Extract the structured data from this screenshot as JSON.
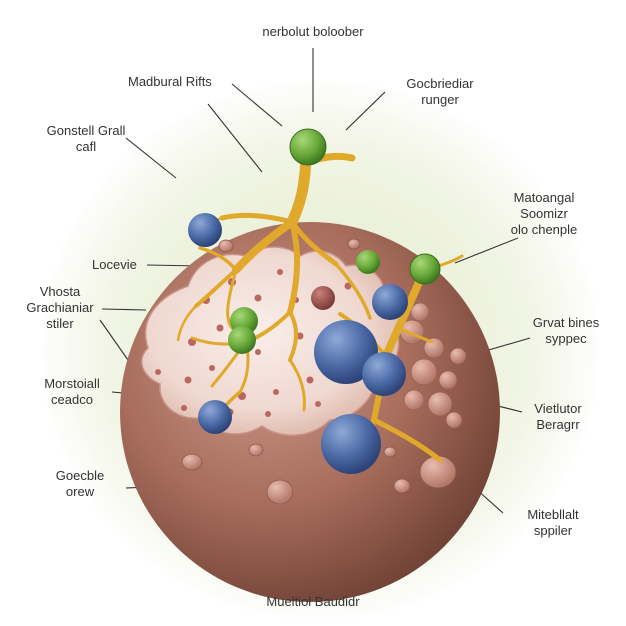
{
  "labels": {
    "top": "nerbolut boloober",
    "top_left": "Madbural Rifts",
    "top_right": [
      "Gocbriediar",
      "runger"
    ],
    "left_1": [
      "Gonstell Grall",
      "cafl"
    ],
    "right_1": [
      "Matoangal",
      "Soomizr",
      "olo chenple"
    ],
    "left_2": "Locevie",
    "left_3": [
      "Vhosta",
      "Grachianiar",
      "stiler"
    ],
    "right_2": [
      "Grvat bines",
      "syppec"
    ],
    "left_4": [
      "Morstoiall",
      "ceadco"
    ],
    "right_3": [
      "Vietlutor",
      "Beragrr"
    ],
    "left_5": [
      "Goecble",
      "orew"
    ],
    "right_4": [
      "Mitebllalt",
      "sppiler"
    ],
    "bottom": "Mueltiol Baudidr"
  },
  "colors": {
    "sphere": "#a86d5c",
    "inner": "#f1ddd6",
    "neuron": "#e0a92c",
    "blue_ball": "#4b6aa6",
    "green_ball": "#6aaa3a",
    "maroon_ball": "#8c4a44"
  }
}
